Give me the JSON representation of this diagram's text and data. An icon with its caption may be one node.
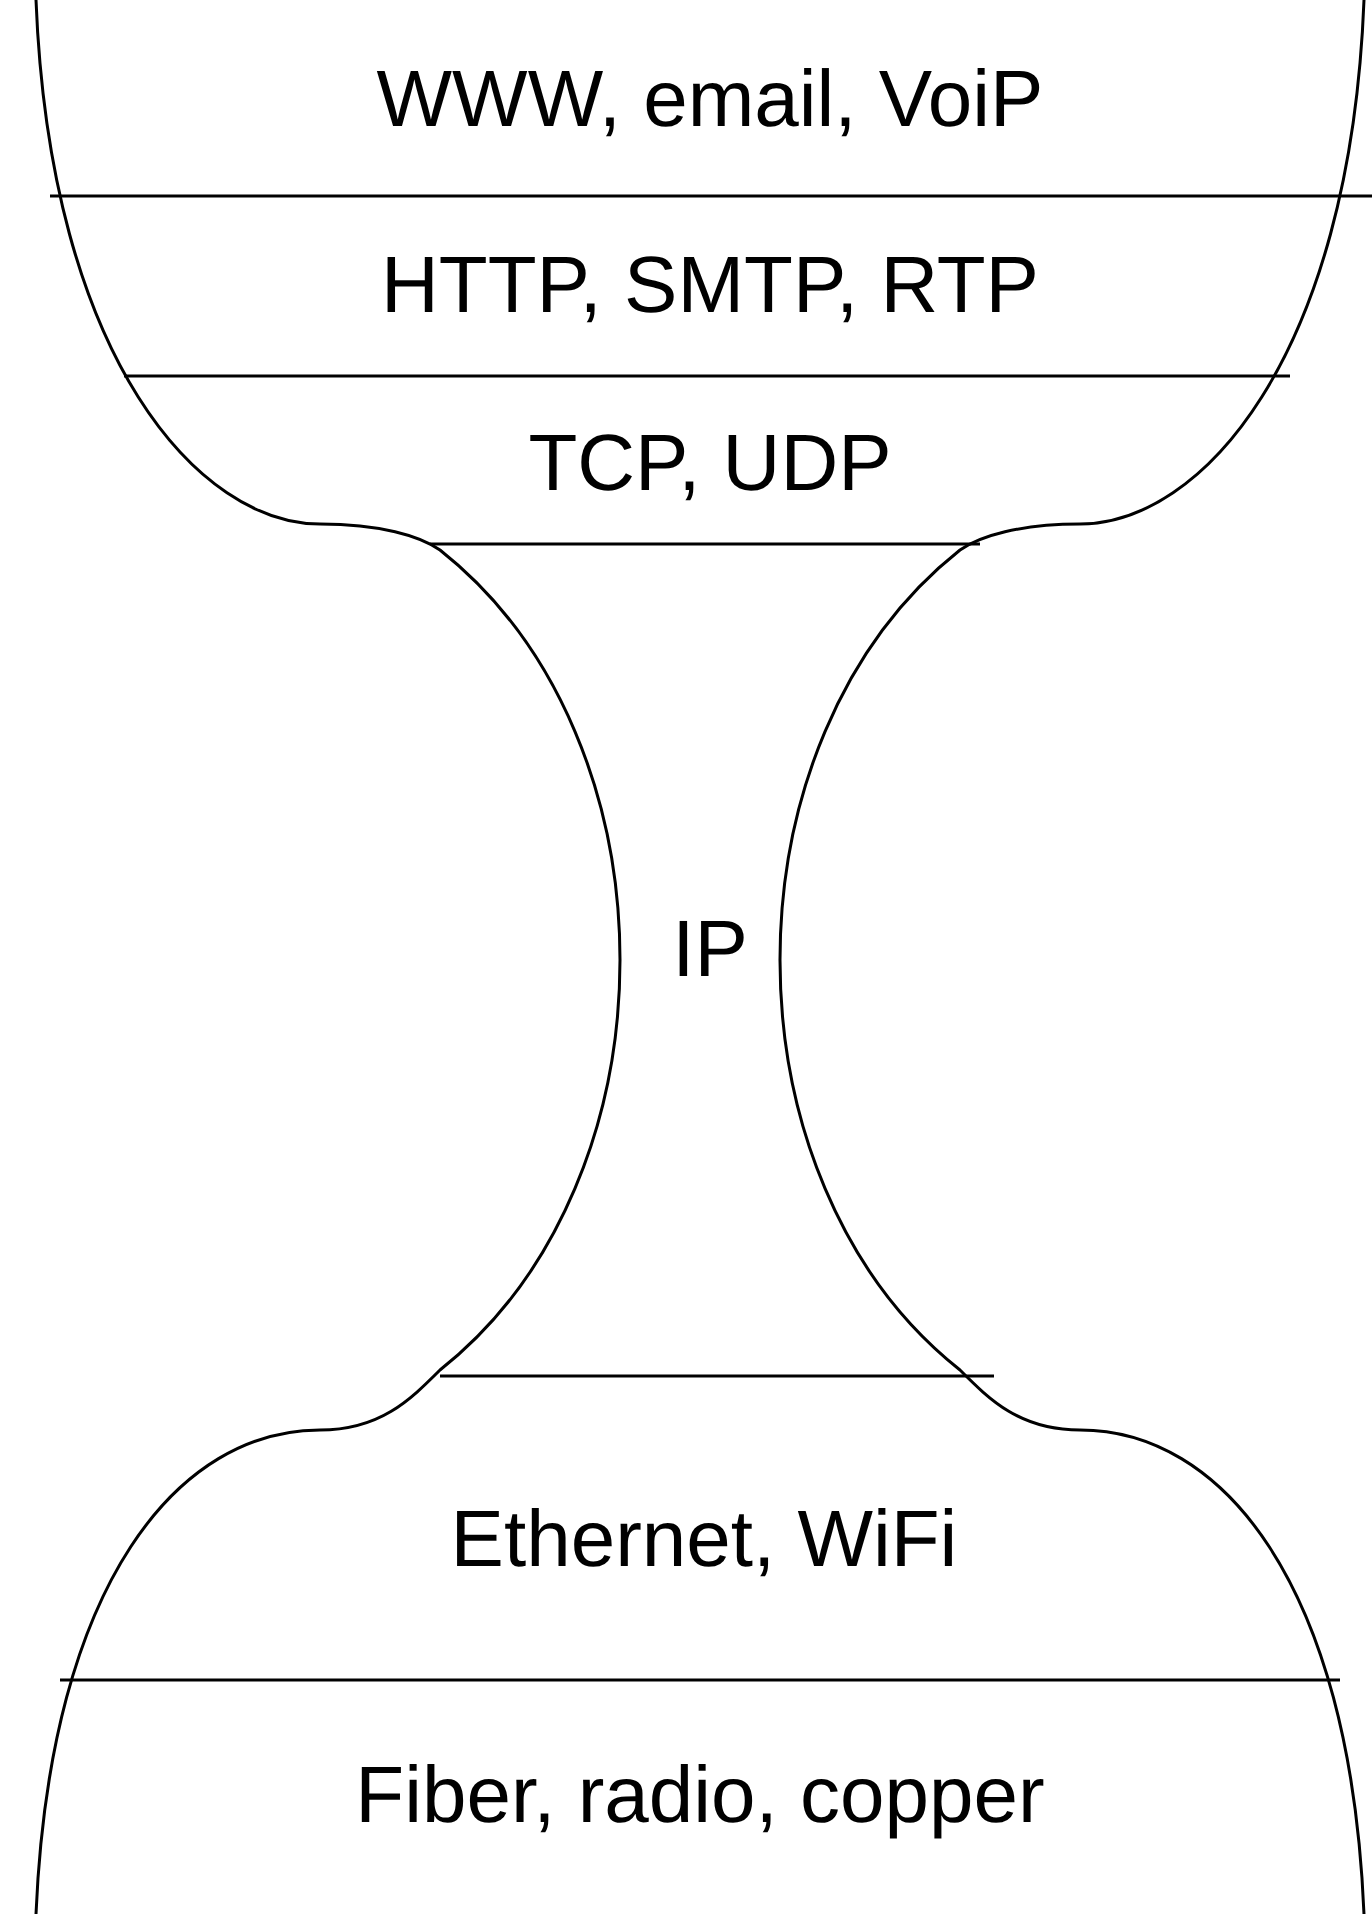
{
  "diagram": {
    "nodes": [
      {
        "text": [
          "WWW, email, VoiP"
        ]
      },
      {
        "text": [
          "HTTP, SMTP, RTP"
        ]
      },
      {
        "text": [
          "TCP, UDP"
        ]
      },
      {
        "text": [
          "IP"
        ]
      },
      {
        "text": [
          "Ethernet, WiFi"
        ]
      },
      {
        "text": [
          "Fiber, radio, copper"
        ]
      }
    ],
    "edges": []
  }
}
